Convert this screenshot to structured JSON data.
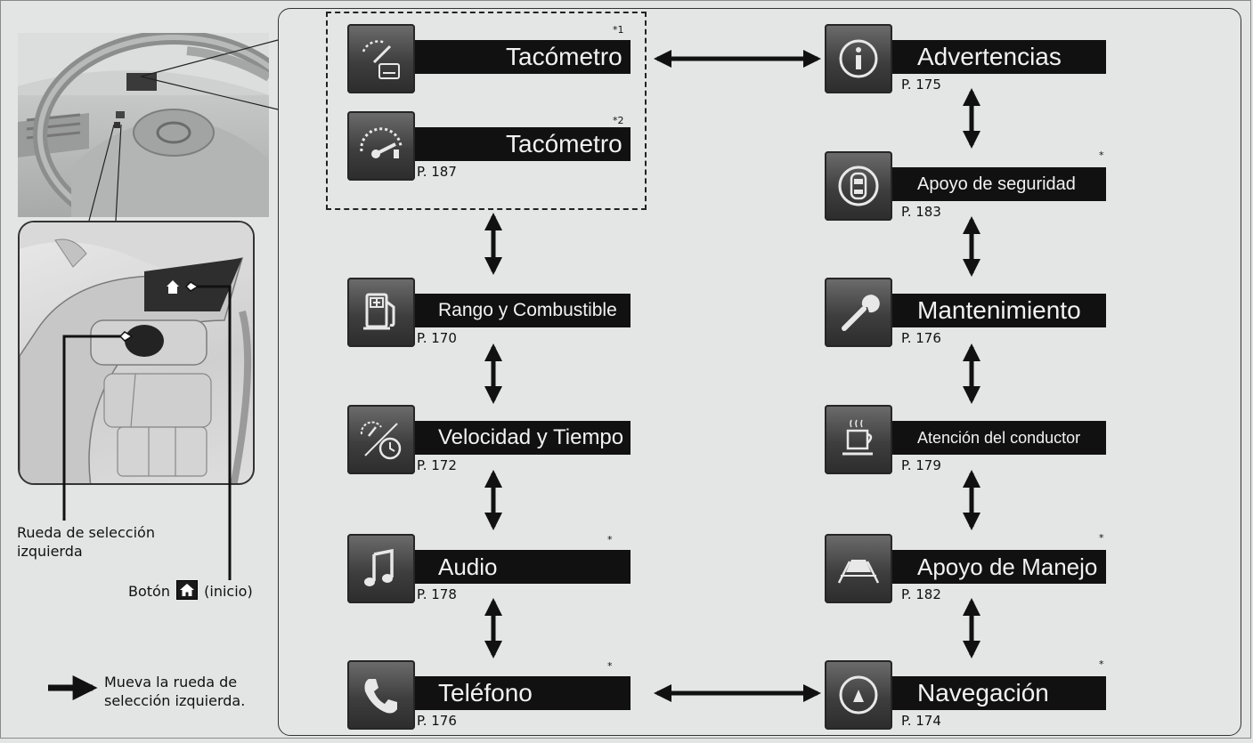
{
  "screens": {
    "tach1": {
      "label": "Tacómetro",
      "page": "",
      "note": "*1",
      "icon": "tachometer-fuel-icon"
    },
    "tach2": {
      "label": "Tacómetro",
      "page": "P. 187",
      "note": "*2",
      "icon": "tachometer-gauge-icon"
    },
    "range": {
      "label": "Rango y Combustible",
      "page": "P. 170",
      "note": "",
      "icon": "fuel-pump-icon"
    },
    "speed": {
      "label": "Velocidad y Tiempo",
      "page": "P. 172",
      "note": "",
      "icon": "speed-time-icon"
    },
    "audio": {
      "label": "Audio",
      "page": "P. 178",
      "note": "*",
      "icon": "music-note-icon"
    },
    "phone": {
      "label": "Teléfono",
      "page": "P. 176",
      "note": "*",
      "icon": "phone-icon"
    },
    "warn": {
      "label": "Advertencias",
      "page": "P. 175",
      "note": "",
      "icon": "info-icon"
    },
    "safety": {
      "label": "Apoyo de seguridad",
      "page": "P. 183",
      "note": "*",
      "icon": "car-safety-icon"
    },
    "maint": {
      "label": "Mantenimiento",
      "page": "P. 176",
      "note": "",
      "icon": "wrench-icon"
    },
    "driver": {
      "label": "Atención del conductor",
      "page": "P. 179",
      "note": "",
      "icon": "coffee-cup-icon"
    },
    "assist": {
      "label": "Apoyo de Manejo",
      "page": "P. 182",
      "note": "*",
      "icon": "lane-assist-icon"
    },
    "nav": {
      "label": "Navegación",
      "page": "P. 174",
      "note": "*",
      "icon": "navigation-compass-icon"
    }
  },
  "callouts": {
    "wheel_line1": "Rueda de selección",
    "wheel_line2": "izquierda",
    "home_prefix": "Botón",
    "home_suffix": "(inicio)",
    "legend_line1": "Mueva la rueda de",
    "legend_line2": "selección izquierda."
  },
  "colors": {
    "label_bar": "#111111",
    "icon_tile": "#3e3e3e",
    "background": "#e3e4e4"
  }
}
